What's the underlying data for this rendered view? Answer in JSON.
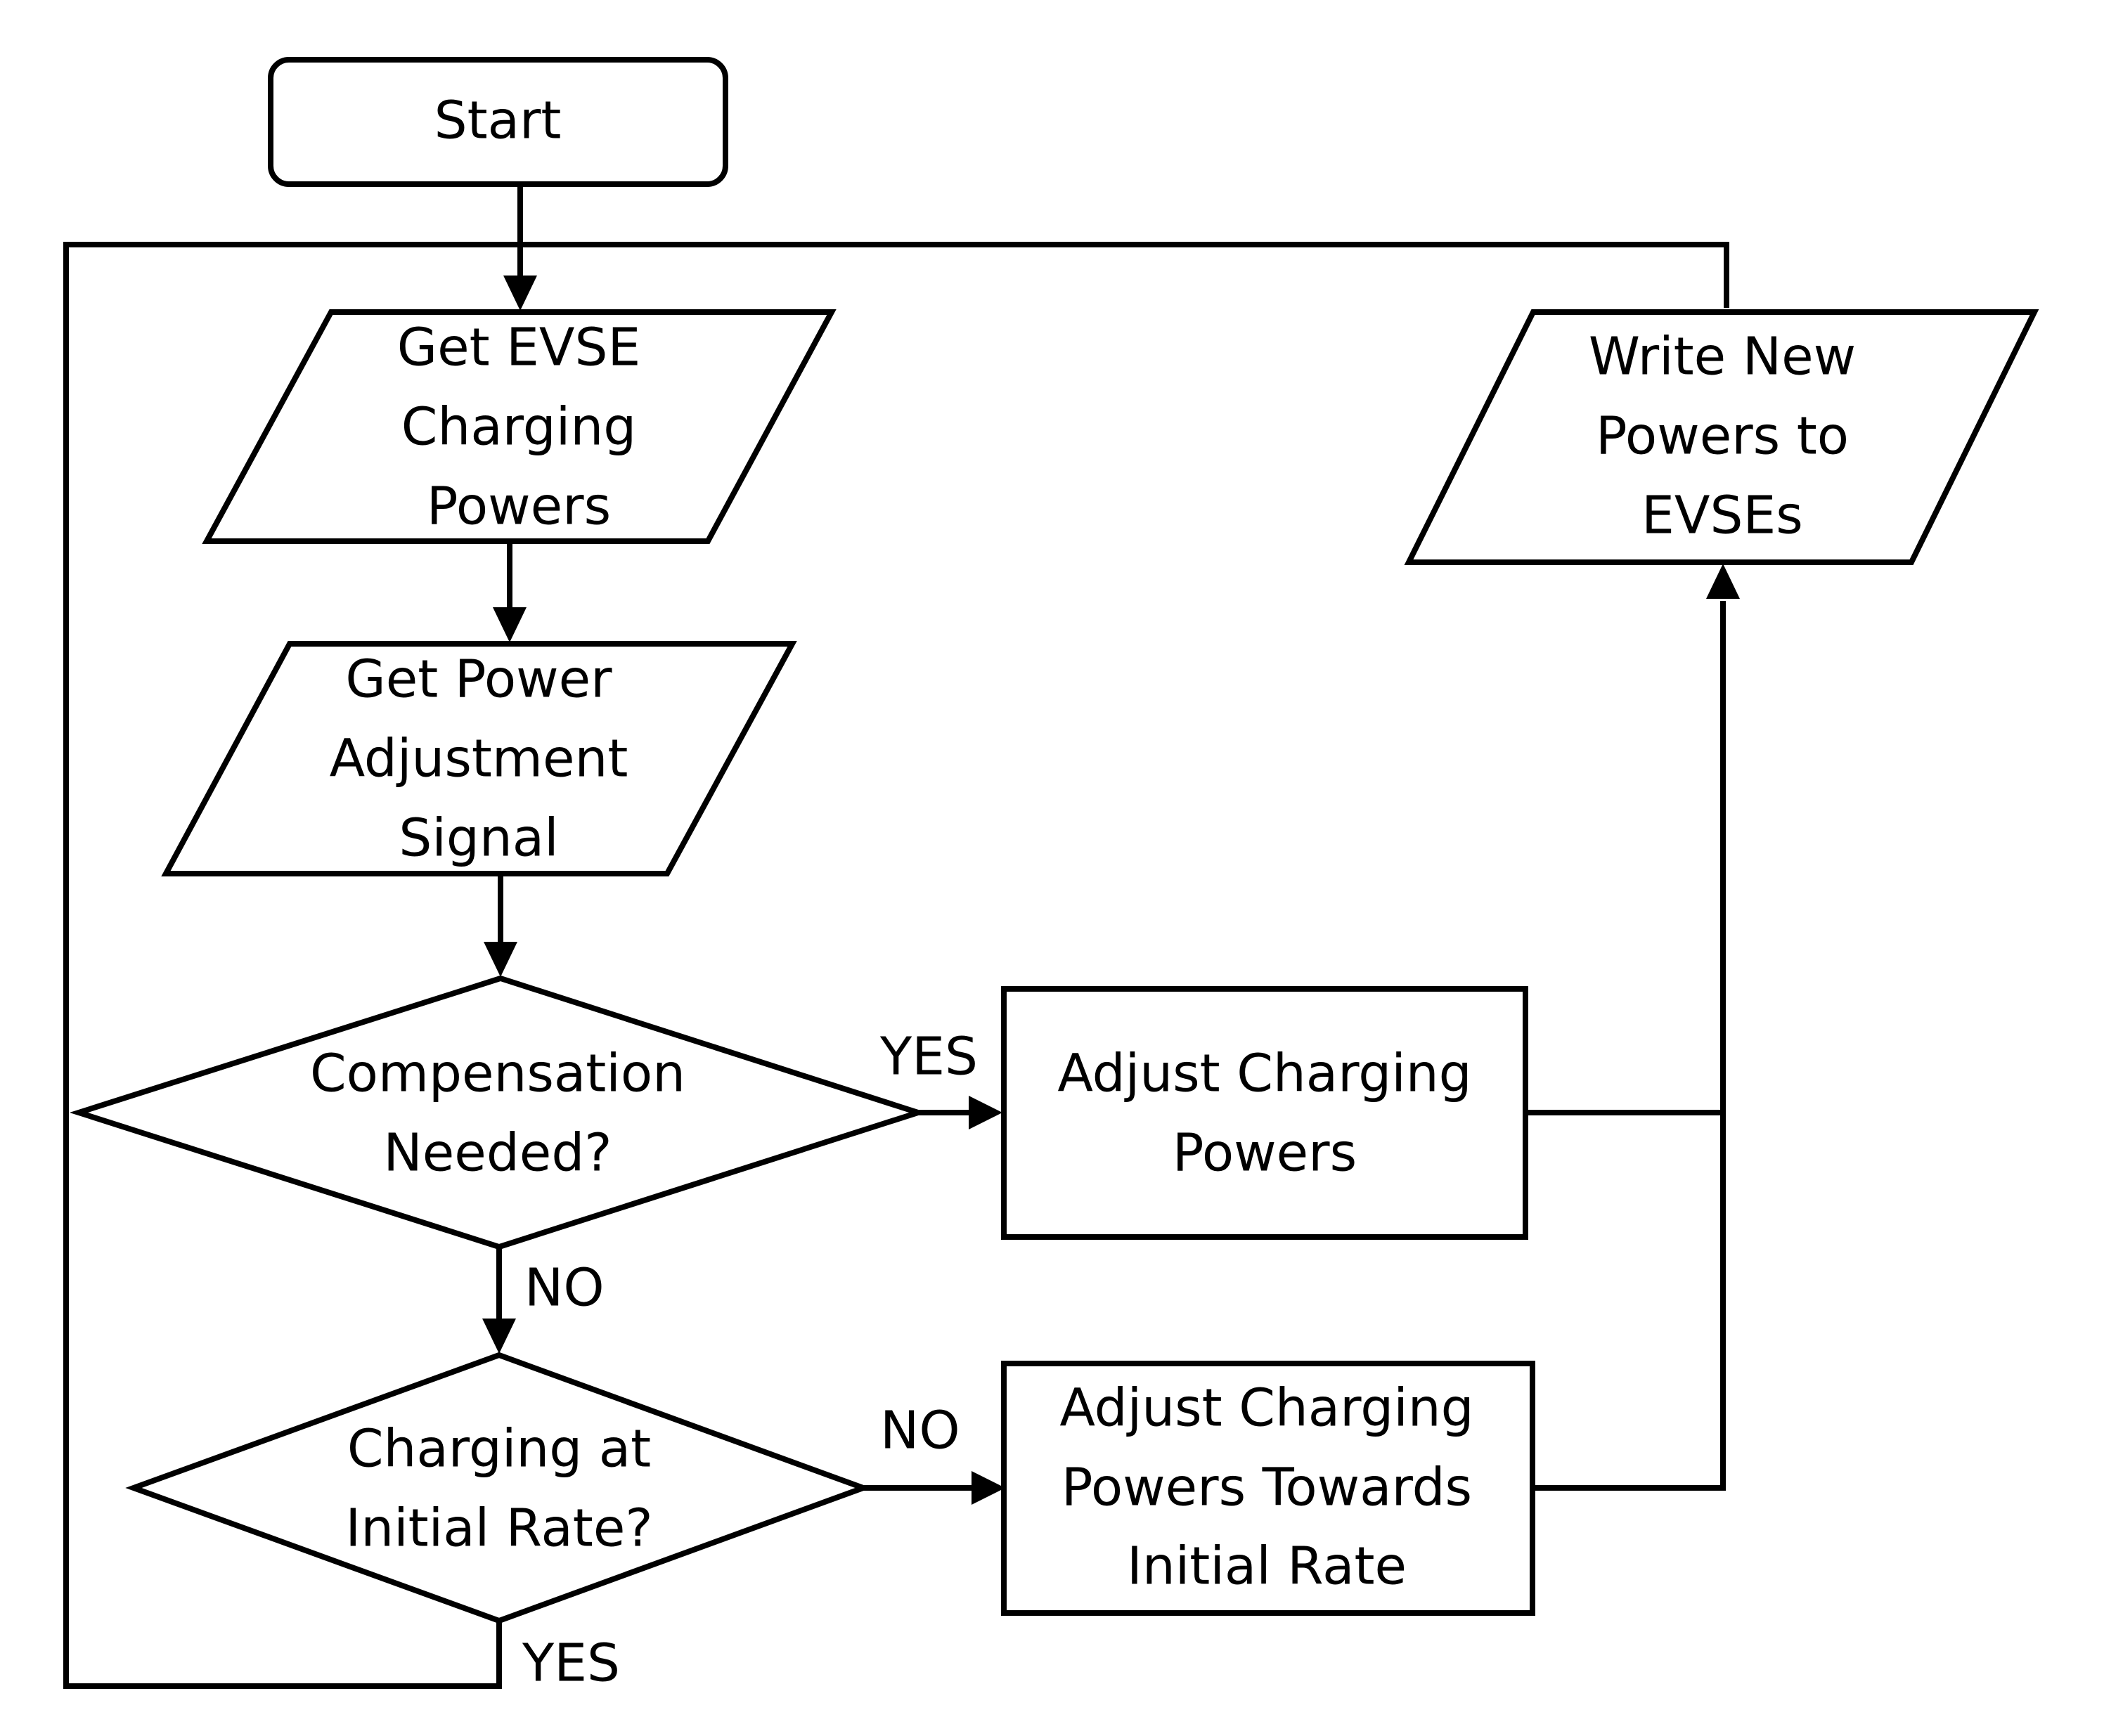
{
  "nodes": {
    "start": {
      "text": "Start"
    },
    "get_evse": {
      "lines": [
        "Get EVSE",
        "Charging",
        "Powers"
      ]
    },
    "get_power": {
      "lines": [
        "Get Power",
        "Adjustment",
        "Signal"
      ]
    },
    "compensation": {
      "lines": [
        "Compensation",
        "Needed?"
      ]
    },
    "initial_rate": {
      "lines": [
        "Charging at",
        "Initial Rate?"
      ]
    },
    "adjust": {
      "lines": [
        "Adjust Charging",
        "Powers"
      ]
    },
    "adjust_towards": {
      "lines": [
        "Adjust Charging",
        "Powers Towards",
        "Initial Rate"
      ]
    },
    "write": {
      "lines": [
        "Write New",
        "Powers to",
        "EVSEs"
      ]
    }
  },
  "edges": {
    "compensation_yes": "YES",
    "compensation_no": "NO",
    "initial_rate_no": "NO",
    "initial_rate_yes": "YES"
  }
}
